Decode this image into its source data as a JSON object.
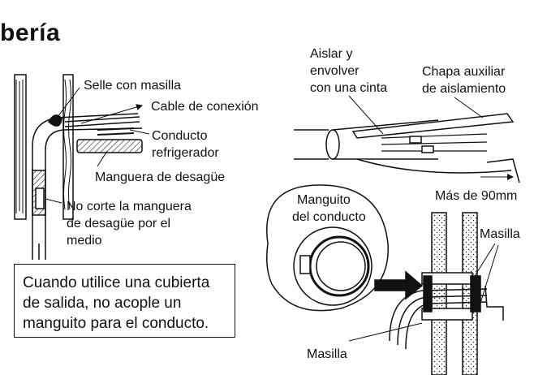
{
  "title": "bería",
  "left_diagram": {
    "labels": {
      "seal": "Selle con masilla",
      "cable": "Cable de conexión",
      "duct1": "Conducto",
      "duct2": "refrigerador",
      "hose": "Manguera de desagüe",
      "nocut1": "No corte la manguera",
      "nocut2": "de desagüe por el",
      "nocut3": "medio"
    }
  },
  "note": {
    "line1": "Cuando utilice una cubierta",
    "line2": "de salida, no acople un",
    "line3": "manguito para el conducto."
  },
  "right_top": {
    "labels": {
      "isolate1": "Aislar y",
      "isolate2": "envolver",
      "isolate3": "con una cinta",
      "plate1": "Chapa auxiliar",
      "plate2": "de aislamiento",
      "more": "Más de 90mm"
    }
  },
  "right_bottom": {
    "labels": {
      "sleeve1": "Manguito",
      "sleeve2": "del conducto",
      "putty_right": "Masilla",
      "putty_bottom": "Masilla"
    }
  }
}
